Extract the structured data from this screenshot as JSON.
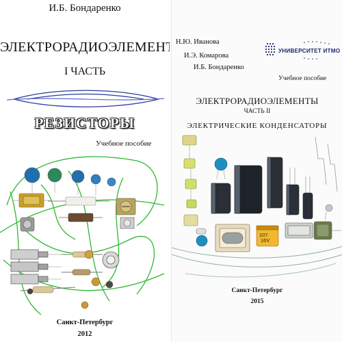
{
  "left_cover": {
    "author": "И.Б. Бондаренко",
    "title": "ЭЛЕКТРОРАДИОЭЛЕМЕНТЫ",
    "part": "I ЧАСТЬ",
    "subtitle": "РЕЗИСТОРЫ",
    "book_type": "Учебное пособие",
    "city": "Санкт-Петербург",
    "year": "2012"
  },
  "right_cover": {
    "authors": [
      "Н.Ю. Иванова",
      "И.Э. Комарова",
      "И.Б. Бондаренко"
    ],
    "logo_text": "УНИВЕРСИТЕТ ИТМО",
    "book_type": "Учебное пособие",
    "title": "ЭЛЕКТРОРАДИОЭЛЕМЕНТЫ",
    "part": "ЧАСТЬ II",
    "subtitle": "ЭЛЕКТРИЧЕСКИЕ КОНДЕНСАТОРЫ",
    "capacitor_label": "107\n16V",
    "city": "Санкт-Петербург",
    "year": "2015"
  }
}
